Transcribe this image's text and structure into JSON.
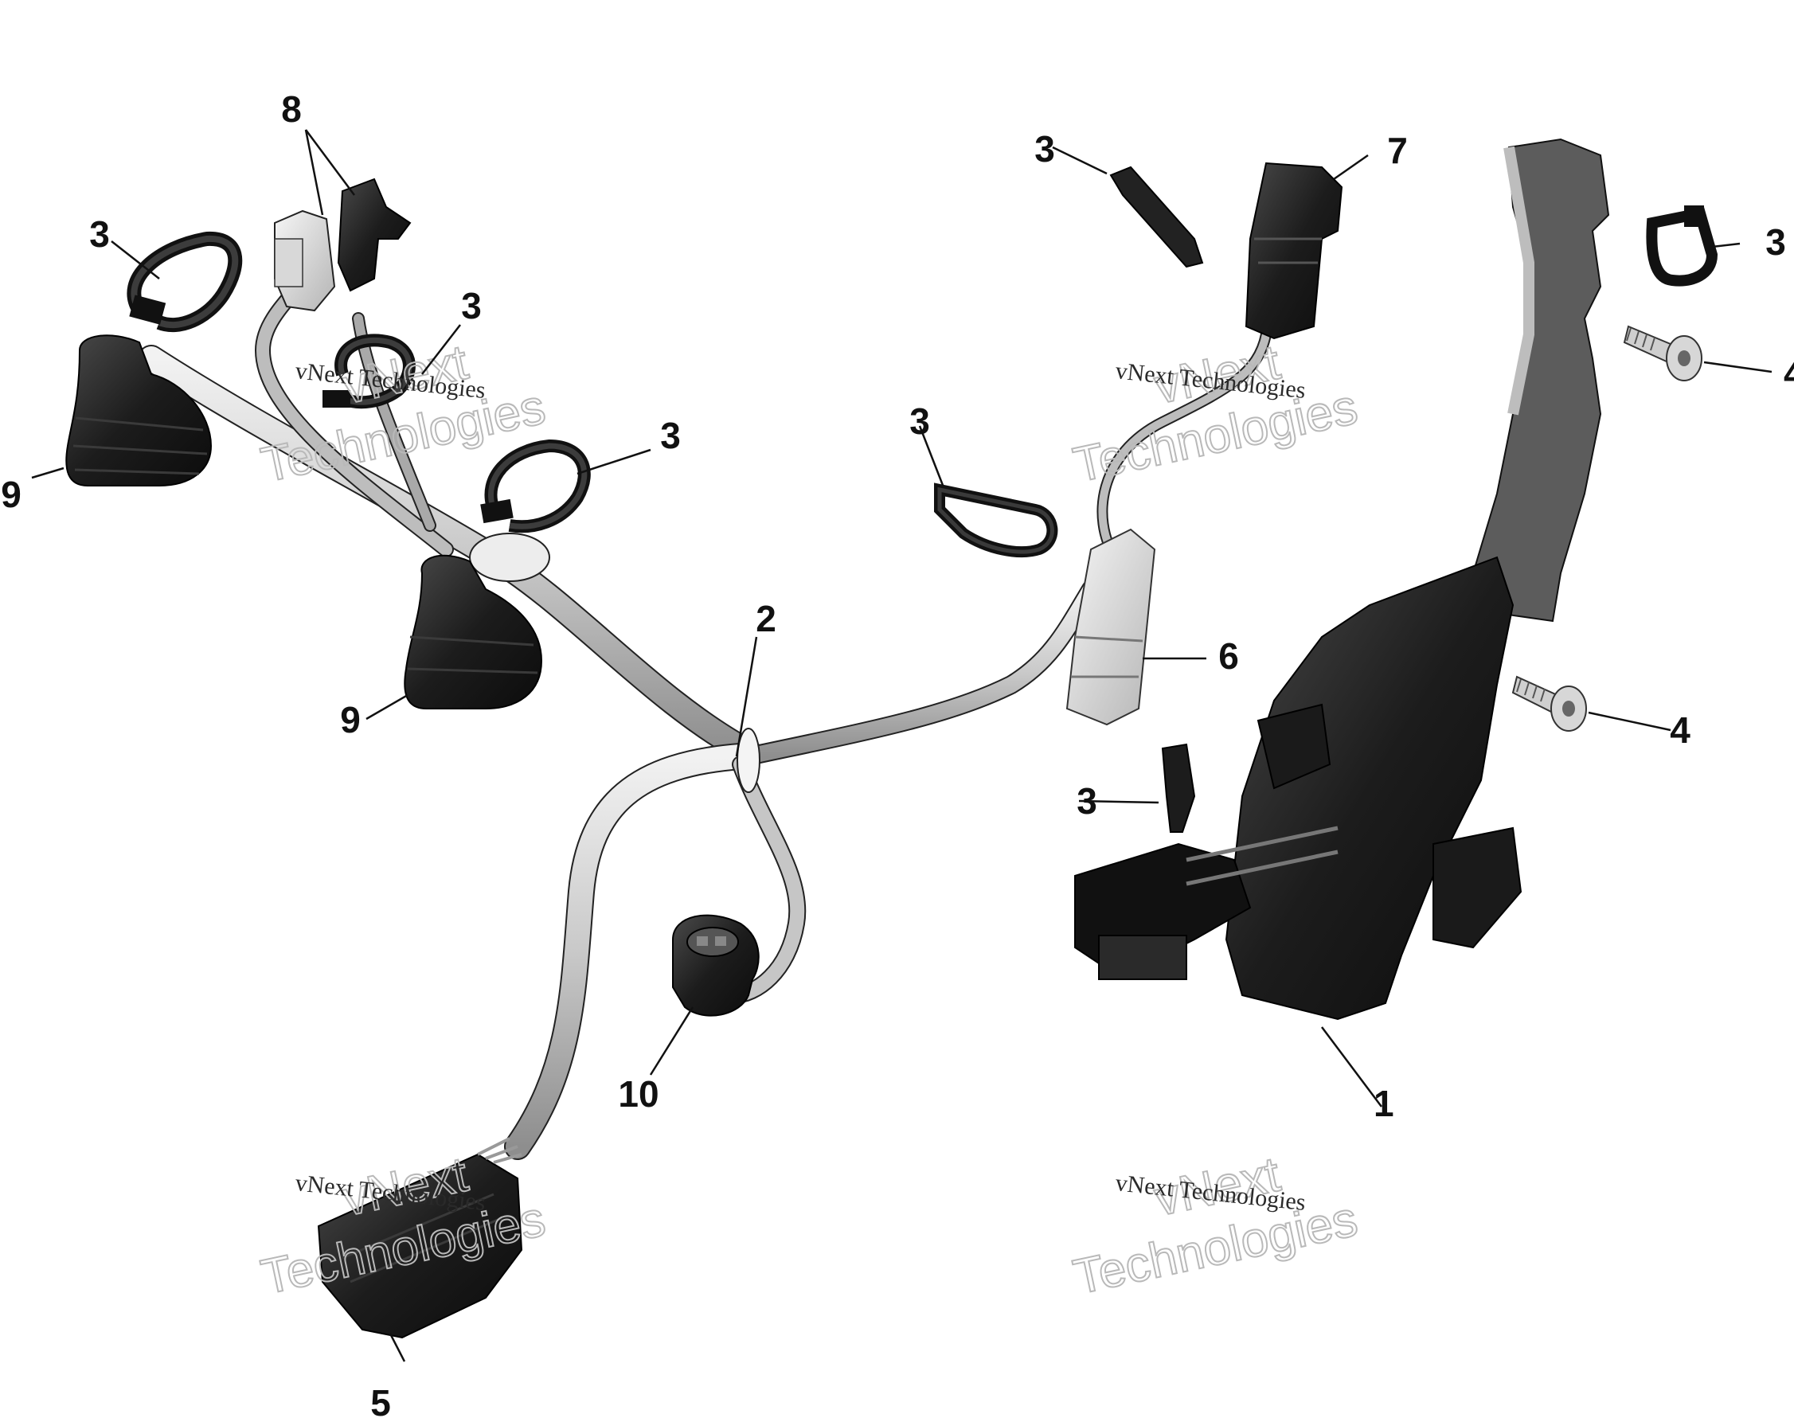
{
  "diagram": {
    "callouts": [
      "1",
      "2",
      "3",
      "4",
      "5",
      "6",
      "7",
      "8",
      "9",
      "10"
    ],
    "watermark": {
      "line1": "vNext",
      "line2": "Technologies",
      "caption": "vNext Technologies"
    }
  }
}
